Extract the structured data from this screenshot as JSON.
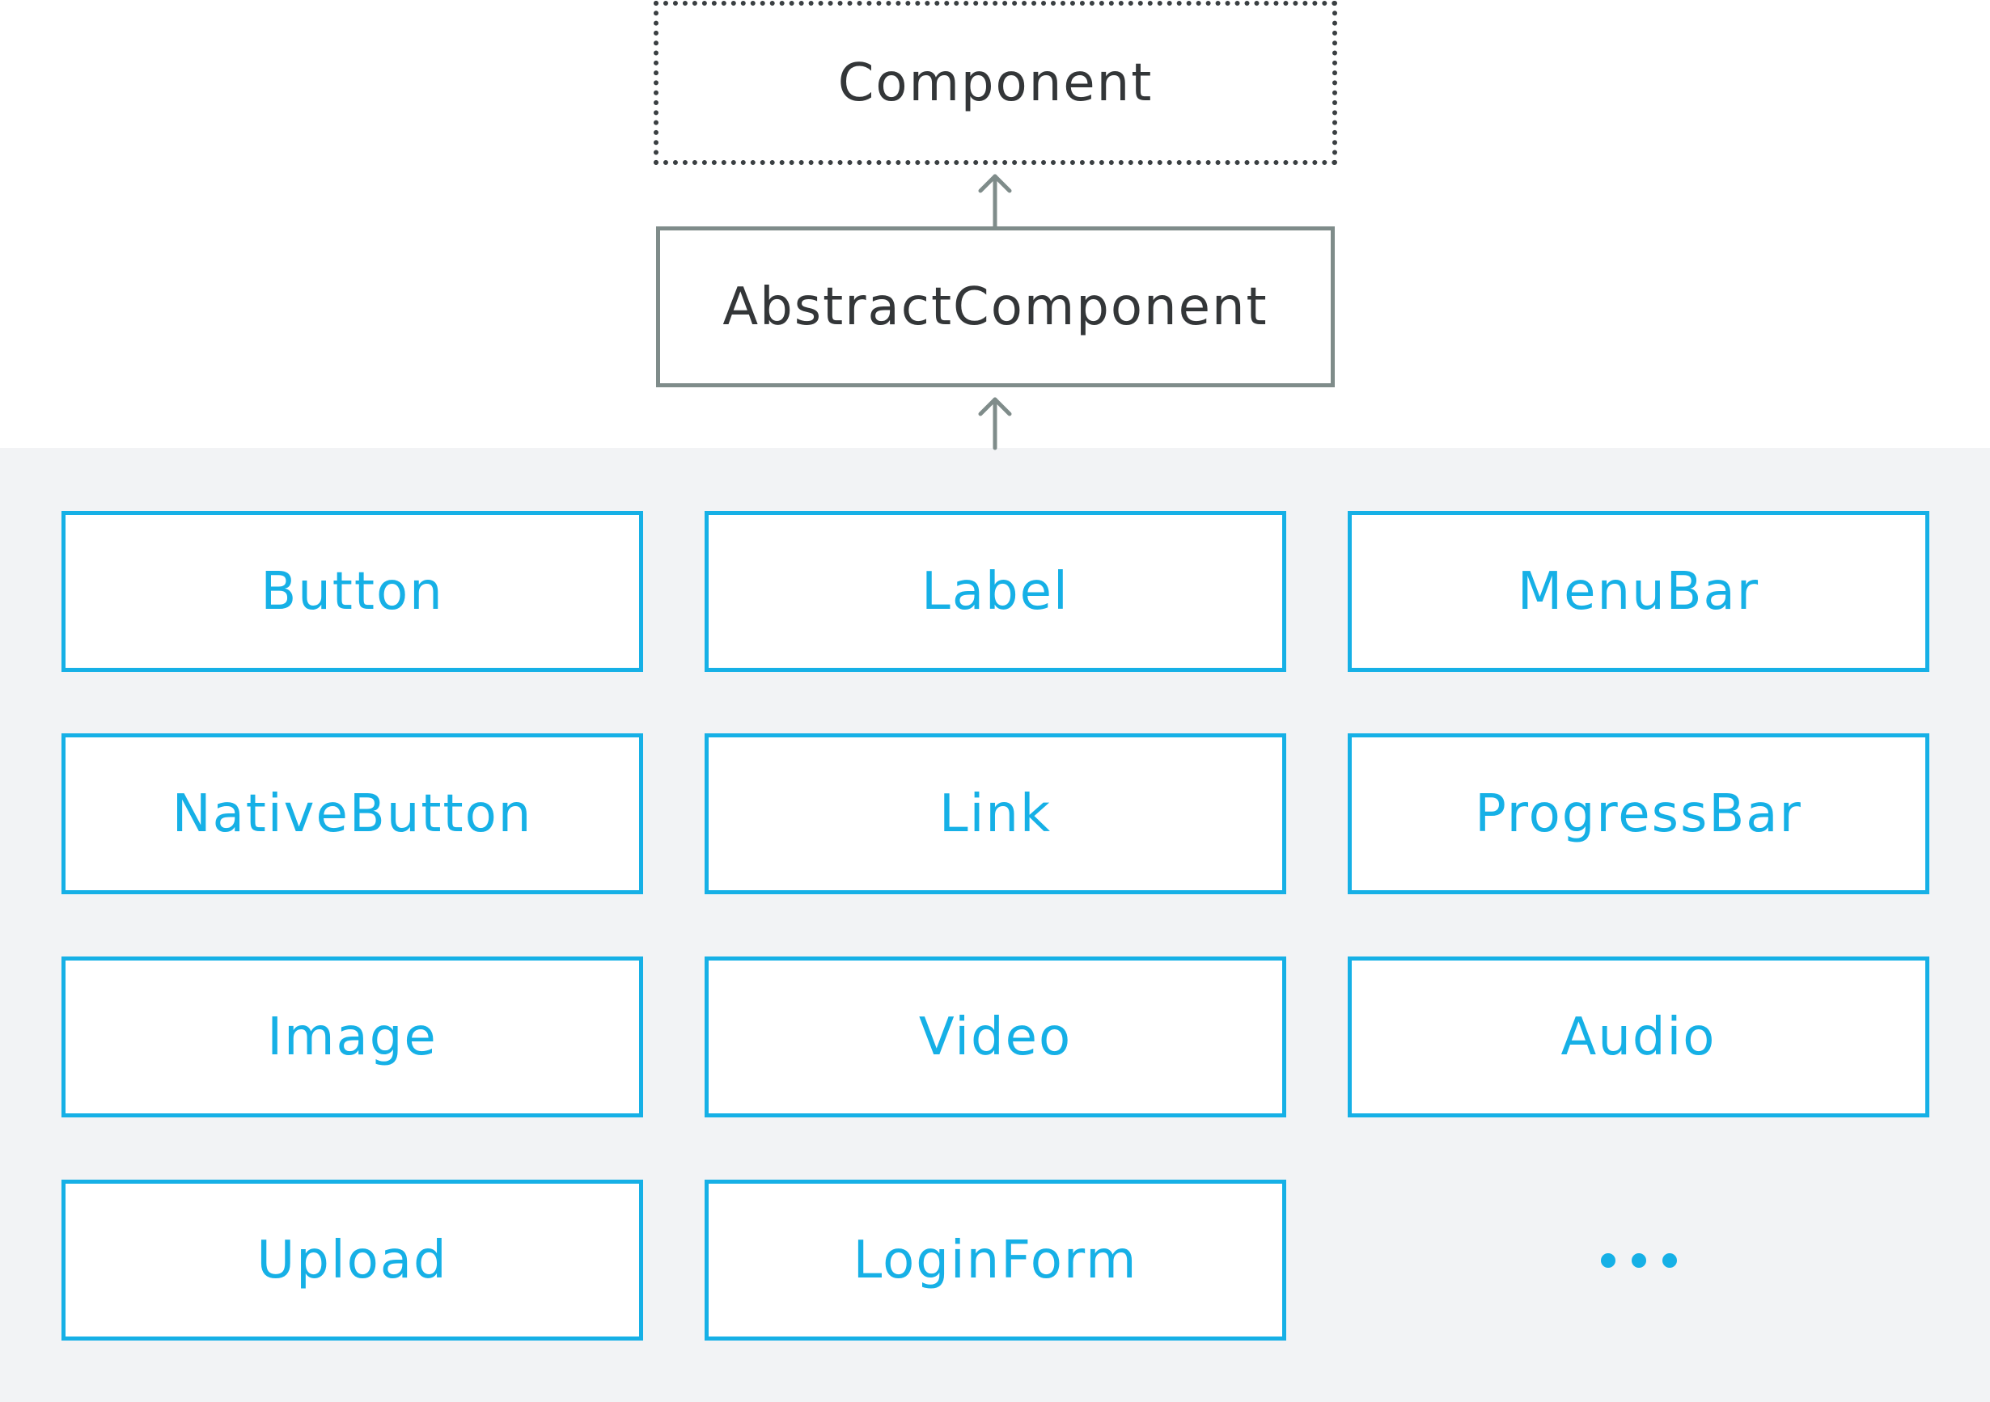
{
  "diagram": {
    "root": {
      "label": "Component"
    },
    "abstract": {
      "label": "AbstractComponent"
    },
    "components": [
      {
        "label": "Button"
      },
      {
        "label": "Label"
      },
      {
        "label": "MenuBar"
      },
      {
        "label": "NativeButton"
      },
      {
        "label": "Link"
      },
      {
        "label": "ProgressBar"
      },
      {
        "label": "Image"
      },
      {
        "label": "Video"
      },
      {
        "label": "Audio"
      },
      {
        "label": "Upload"
      },
      {
        "label": "LoginForm"
      }
    ],
    "more_indicator_icon": "ellipsis-icon",
    "colors": {
      "accent": "#16b0e6",
      "abstract_border": "#7f8c8a",
      "root_border": "#3a3f42",
      "text_dark": "#333638",
      "panel_background": "#f2f3f5"
    }
  }
}
